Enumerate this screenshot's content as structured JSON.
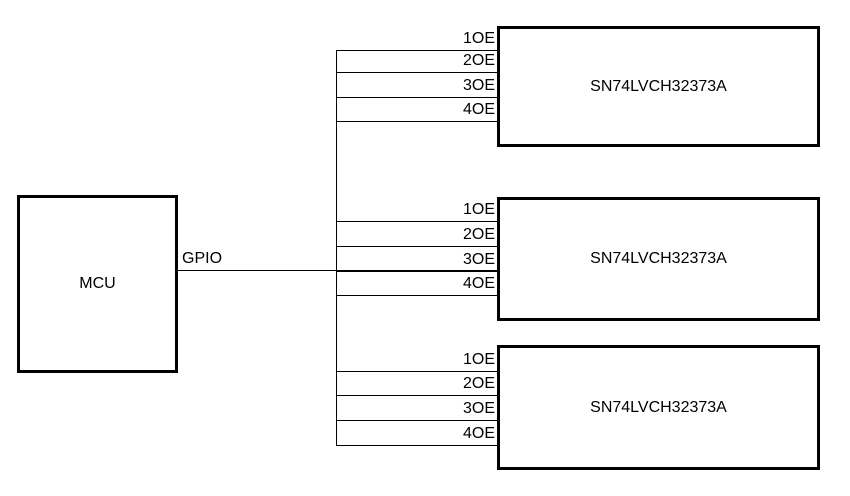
{
  "mcu": {
    "label": "MCU"
  },
  "net": {
    "label": "GPIO"
  },
  "buffers": [
    {
      "part": "SN74LVCH32373A",
      "pins": [
        "1OE",
        "2OE",
        "3OE",
        "4OE"
      ]
    },
    {
      "part": "SN74LVCH32373A",
      "pins": [
        "1OE",
        "2OE",
        "3OE",
        "4OE"
      ]
    },
    {
      "part": "SN74LVCH32373A",
      "pins": [
        "1OE",
        "2OE",
        "3OE",
        "4OE"
      ]
    }
  ],
  "colors": {
    "wire": "#000000",
    "border": "#000000",
    "text": "#000000",
    "background": "#ffffff"
  }
}
